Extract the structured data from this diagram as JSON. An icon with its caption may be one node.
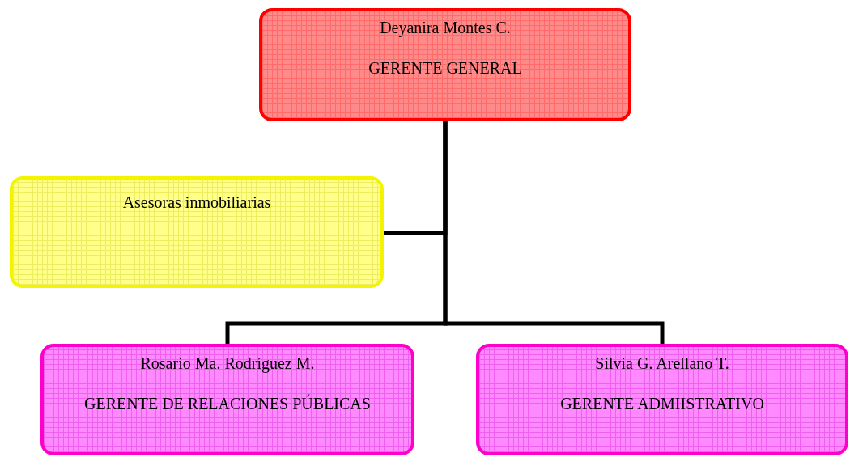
{
  "diagram": {
    "nodes": [
      {
        "text": [
          "Deyanira Montes C.",
          "GERENTE GENERAL"
        ]
      },
      {
        "text": [
          "Asesoras inmobiliarias"
        ]
      },
      {
        "text": [
          "Rosario Ma. Rodríguez M.",
          "GERENTE DE RELACIONES PÚBLICAS"
        ]
      },
      {
        "text": [
          "Silvia G. Arellano T.",
          "GERENTE ADMIISTRATIVO"
        ]
      }
    ],
    "edges": [
      {
        "from": 0,
        "to": 1,
        "arrow": "none"
      },
      {
        "from": 0,
        "to": 2,
        "arrow": "none"
      },
      {
        "from": 0,
        "to": 3,
        "arrow": "none"
      }
    ]
  }
}
